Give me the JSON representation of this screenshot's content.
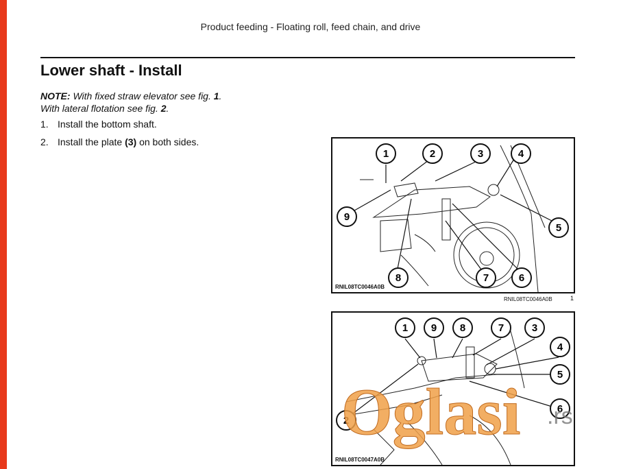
{
  "header": {
    "section_title": "Product feeding - Floating roll, feed chain, and drive"
  },
  "page": {
    "title": "Lower shaft - Install"
  },
  "note": {
    "label": "NOTE:",
    "line1_text": "With fixed straw elevator see fig.",
    "line1_fig": "1",
    "line2_text": "With lateral flotation see fig.",
    "line2_fig": "2"
  },
  "steps": [
    {
      "num": "1.",
      "text": "Install the bottom shaft."
    },
    {
      "num": "2.",
      "text_before": "Install the plate",
      "ref": "(3)",
      "text_after": "on both sides."
    }
  ],
  "figures": [
    {
      "code": "RNIL08TC0046A0B",
      "caption": "RNIL08TC0046A0B",
      "number": "1",
      "callouts": [
        "1",
        "2",
        "3",
        "4",
        "5",
        "6",
        "7",
        "8",
        "9"
      ]
    },
    {
      "code": "RNIL08TC0047A0B",
      "callouts": [
        "1",
        "9",
        "8",
        "7",
        "3",
        "4",
        "5",
        "6",
        "2"
      ]
    }
  ],
  "watermark": {
    "text": "Oglasi",
    "suffix": ".rs"
  },
  "colors": {
    "accent_bar": "#e8391c",
    "watermark": "#f0a048"
  }
}
